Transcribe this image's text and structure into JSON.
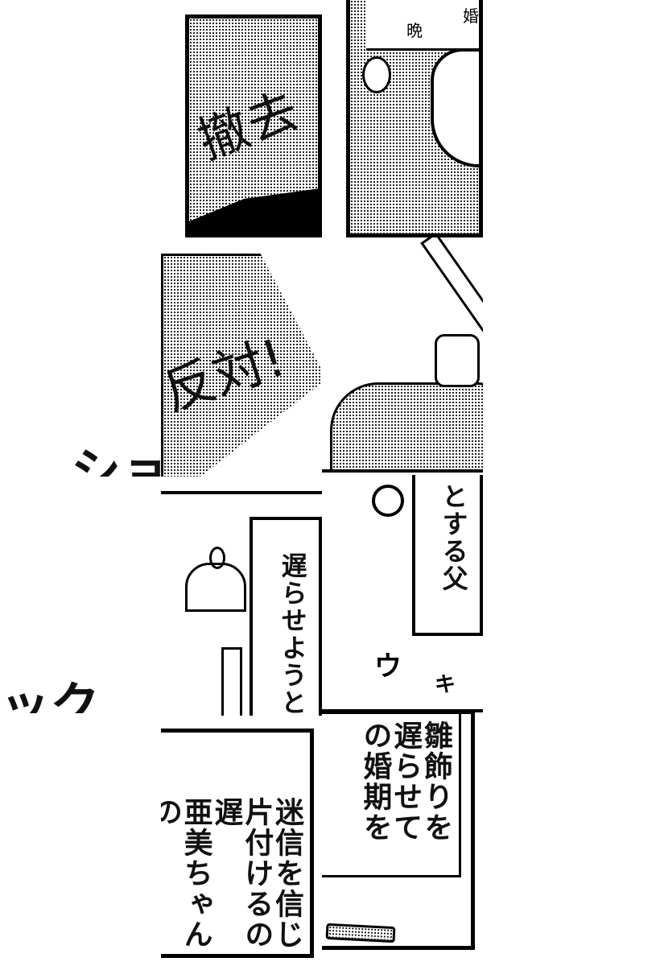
{
  "sign_top": "撤去",
  "headband_text": [
    "晩",
    "婚"
  ],
  "sign_middle": "反対!",
  "sfx_shock": [
    "ショ",
    "ック"
  ],
  "caption_father": "とする父",
  "caption_delay": "遅らせようと",
  "sfx_small": [
    "ウ",
    "キ"
  ],
  "caption_hina": [
    "雛飾りを",
    "遅らせて",
    "の婚期を"
  ],
  "caption_superstition": [
    "迷信を信じ",
    "片付けるの遅",
    "亜美ちゃんの"
  ]
}
